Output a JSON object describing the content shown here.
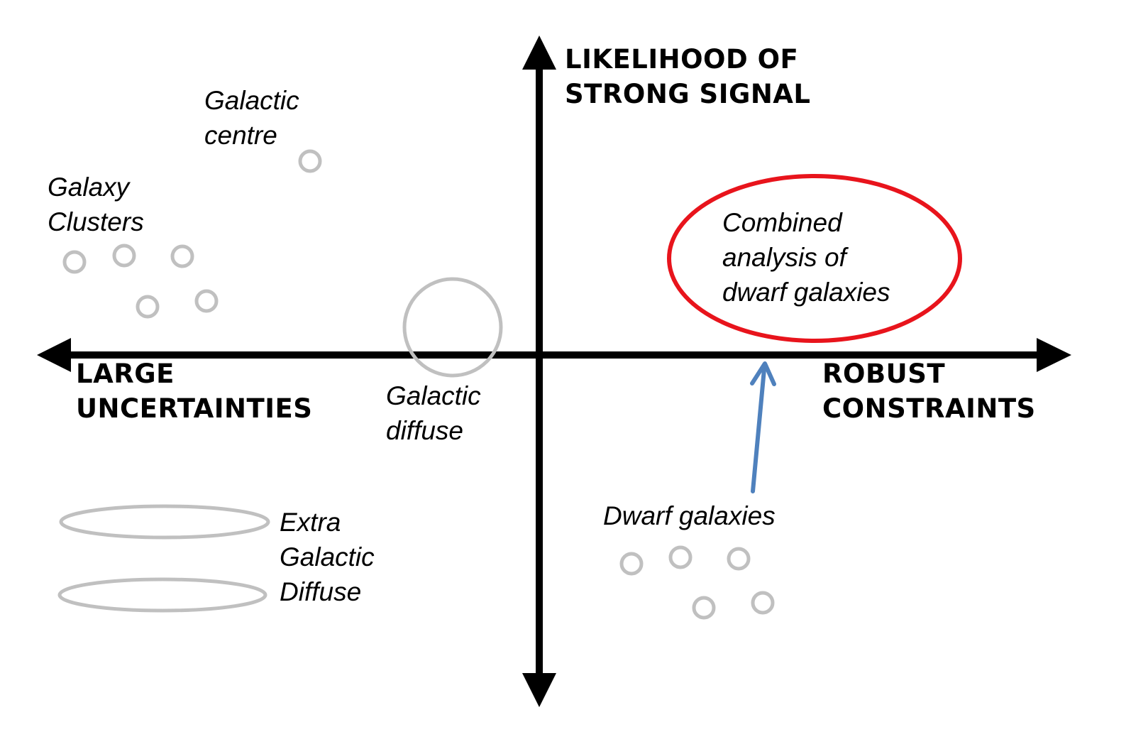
{
  "axes": {
    "y_top_label": [
      "LIKELIHOOD OF",
      "STRONG SIGNAL"
    ],
    "x_left_label": [
      "LARGE",
      "UNCERTAINTIES"
    ],
    "x_right_label": [
      "ROBUST",
      "CONSTRAINTS"
    ]
  },
  "labels": {
    "galactic_centre": [
      "Galactic",
      "centre"
    ],
    "galaxy_clusters": [
      "Galaxy",
      "Clusters"
    ],
    "galactic_diffuse": [
      "Galactic",
      "diffuse"
    ],
    "extra_galactic_diffuse": [
      "Extra",
      "Galactic",
      "Diffuse"
    ],
    "dwarf_galaxies": "Dwarf galaxies",
    "combined_analysis": [
      "Combined",
      "analysis of",
      "dwarf galaxies"
    ]
  },
  "colors": {
    "axis": "#000000",
    "marker": "#c0c0c0",
    "highlight": "#e8141c",
    "arrow": "#4f81bd"
  }
}
